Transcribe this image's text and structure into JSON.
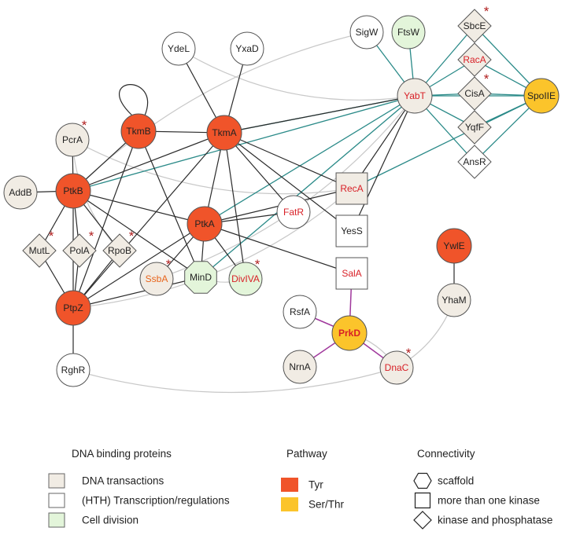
{
  "colors": {
    "tyr": "#f0542a",
    "ser_thr": "#fbc42b",
    "dna_transactions": "#f1ece4",
    "transcription": "#ffffff",
    "cell_division": "#e3f5da",
    "kinase_edge": "#2b2b2b",
    "yabt_edge": "#2a8a88",
    "prkd_edge": "#a0389c",
    "weak_edge": "#c8c8c8",
    "label_red": "#d81f26",
    "label_orange": "#e8641b",
    "star": "#b01e1e"
  },
  "nodes": [
    {
      "id": "PtkB",
      "label": "PtkB",
      "shape": "circle",
      "fill": "tyr",
      "text": "dark"
    },
    {
      "id": "PtpZ",
      "label": "PtpZ",
      "shape": "circle",
      "fill": "tyr",
      "text": "dark"
    },
    {
      "id": "TkmB",
      "label": "TkmB",
      "shape": "circle",
      "fill": "tyr",
      "text": "dark"
    },
    {
      "id": "TkmA",
      "label": "TkmA",
      "shape": "circle",
      "fill": "tyr",
      "text": "dark"
    },
    {
      "id": "PtkA",
      "label": "PtkA",
      "shape": "circle",
      "fill": "tyr",
      "text": "dark"
    },
    {
      "id": "YwlE",
      "label": "YwlE",
      "shape": "circle",
      "fill": "tyr",
      "text": "dark"
    },
    {
      "id": "YabT",
      "label": "YabT",
      "shape": "circle",
      "fill": "dna_transactions",
      "text": "red"
    },
    {
      "id": "SpoIIE",
      "label": "SpoIIE",
      "shape": "circle",
      "fill": "ser_thr",
      "text": "dark"
    },
    {
      "id": "PrkD",
      "label": "PrkD",
      "shape": "circle",
      "fill": "ser_thr",
      "text": "red_bold"
    },
    {
      "id": "YdeL",
      "label": "YdeL",
      "shape": "circle",
      "fill": "transcription",
      "text": "dark"
    },
    {
      "id": "YxaD",
      "label": "YxaD",
      "shape": "circle",
      "fill": "transcription",
      "text": "dark"
    },
    {
      "id": "SigW",
      "label": "SigW",
      "shape": "circle",
      "fill": "transcription",
      "text": "dark"
    },
    {
      "id": "FtsW",
      "label": "FtsW",
      "shape": "circle",
      "fill": "cell_division",
      "text": "dark"
    },
    {
      "id": "SbcE",
      "label": "SbcE",
      "shape": "diamond",
      "fill": "dna_transactions",
      "text": "dark",
      "star": true
    },
    {
      "id": "RacA",
      "label": "RacA",
      "shape": "diamond",
      "fill": "dna_transactions",
      "text": "red"
    },
    {
      "id": "CisA",
      "label": "CisA",
      "shape": "diamond",
      "fill": "dna_transactions",
      "text": "dark",
      "star": true
    },
    {
      "id": "YqfF",
      "label": "YqfF",
      "shape": "diamond",
      "fill": "dna_transactions",
      "text": "dark"
    },
    {
      "id": "AnsR",
      "label": "AnsR",
      "shape": "diamond",
      "fill": "transcription",
      "text": "dark"
    },
    {
      "id": "PcrA",
      "label": "PcrA",
      "shape": "circle",
      "fill": "dna_transactions",
      "text": "dark",
      "star": true
    },
    {
      "id": "AddB",
      "label": "AddB",
      "shape": "circle",
      "fill": "dna_transactions",
      "text": "dark"
    },
    {
      "id": "MutL",
      "label": "MutL",
      "shape": "diamond",
      "fill": "dna_transactions",
      "text": "dark",
      "star": true
    },
    {
      "id": "PolA",
      "label": "PolA",
      "shape": "diamond",
      "fill": "dna_transactions",
      "text": "dark",
      "star": true
    },
    {
      "id": "RpoB",
      "label": "RpoB",
      "shape": "diamond",
      "fill": "dna_transactions",
      "text": "dark",
      "star": true
    },
    {
      "id": "RecA",
      "label": "RecA",
      "shape": "square",
      "fill": "dna_transactions",
      "text": "red"
    },
    {
      "id": "FatR",
      "label": "FatR",
      "shape": "circle",
      "fill": "transcription",
      "text": "red"
    },
    {
      "id": "YesS",
      "label": "YesS",
      "shape": "square",
      "fill": "transcription",
      "text": "dark"
    },
    {
      "id": "SalA",
      "label": "SalA",
      "shape": "square",
      "fill": "transcription",
      "text": "red"
    },
    {
      "id": "SsbA",
      "label": "SsbA",
      "shape": "circle",
      "fill": "dna_transactions",
      "text": "orange",
      "star": true
    },
    {
      "id": "MinD",
      "label": "MinD",
      "shape": "octagon",
      "fill": "cell_division",
      "text": "dark"
    },
    {
      "id": "DivIVA",
      "label": "DivIVA",
      "shape": "circle",
      "fill": "cell_division",
      "text": "red",
      "star": true
    },
    {
      "id": "RghR",
      "label": "RghR",
      "shape": "circle",
      "fill": "transcription",
      "text": "dark"
    },
    {
      "id": "RsfA",
      "label": "RsfA",
      "shape": "circle",
      "fill": "transcription",
      "text": "dark"
    },
    {
      "id": "NrnA",
      "label": "NrnA",
      "shape": "circle",
      "fill": "dna_transactions",
      "text": "dark"
    },
    {
      "id": "DnaC",
      "label": "DnaC",
      "shape": "circle",
      "fill": "dna_transactions",
      "text": "red",
      "star": true
    },
    {
      "id": "YhaM",
      "label": "YhaM",
      "shape": "circle",
      "fill": "dna_transactions",
      "text": "dark"
    }
  ],
  "edges": {
    "kinase": [
      [
        "PtkB",
        "PcrA"
      ],
      [
        "PtkB",
        "AddB"
      ],
      [
        "PtkB",
        "TkmB"
      ],
      [
        "PtkB",
        "TkmA"
      ],
      [
        "PtkB",
        "PtkA"
      ],
      [
        "PtkB",
        "MutL"
      ],
      [
        "PtkB",
        "PolA"
      ],
      [
        "PtkB",
        "RpoB"
      ],
      [
        "PtkB",
        "MinD"
      ],
      [
        "PtkB",
        "PtpZ"
      ],
      [
        "PtpZ",
        "MutL"
      ],
      [
        "PtpZ",
        "PolA"
      ],
      [
        "PtpZ",
        "RpoB"
      ],
      [
        "PtpZ",
        "TkmB"
      ],
      [
        "PtpZ",
        "TkmA"
      ],
      [
        "PtpZ",
        "PtkA"
      ],
      [
        "PtpZ",
        "MinD"
      ],
      [
        "PtpZ",
        "RghR"
      ],
      [
        "TkmB",
        "TkmA"
      ],
      [
        "TkmB",
        "MinD"
      ],
      [
        "TkmA",
        "YdeL"
      ],
      [
        "TkmA",
        "YxaD"
      ],
      [
        "TkmA",
        "PtkA"
      ],
      [
        "TkmA",
        "FatR"
      ],
      [
        "TkmA",
        "RecA"
      ],
      [
        "TkmA",
        "YesS"
      ],
      [
        "TkmA",
        "DivIVA"
      ],
      [
        "TkmA",
        "YabT"
      ],
      [
        "PtkA",
        "FatR"
      ],
      [
        "PtkA",
        "RecA"
      ],
      [
        "PtkA",
        "SalA"
      ],
      [
        "PtkA",
        "SsbA"
      ],
      [
        "PtkA",
        "MinD"
      ],
      [
        "PtkA",
        "DivIVA"
      ],
      [
        "YabT",
        "RecA"
      ],
      [
        "YabT",
        "YesS"
      ],
      [
        "YwlE",
        "YhaM"
      ]
    ],
    "yabt": [
      [
        "YabT",
        "SigW"
      ],
      [
        "YabT",
        "FtsW"
      ],
      [
        "YabT",
        "SbcE"
      ],
      [
        "YabT",
        "RacA"
      ],
      [
        "YabT",
        "CisA"
      ],
      [
        "YabT",
        "YqfF"
      ],
      [
        "YabT",
        "AnsR"
      ],
      [
        "YabT",
        "SpoIIE"
      ],
      [
        "YabT",
        "TkmA"
      ],
      [
        "YabT",
        "PtkB"
      ],
      [
        "YabT",
        "PtkA"
      ],
      [
        "YabT",
        "MinD"
      ],
      [
        "SpoIIE",
        "SbcE"
      ],
      [
        "SpoIIE",
        "RacA"
      ],
      [
        "SpoIIE",
        "CisA"
      ],
      [
        "SpoIIE",
        "YqfF"
      ],
      [
        "SpoIIE",
        "AnsR"
      ],
      [
        "SpoIIE",
        "RecA"
      ]
    ],
    "prkd": [
      [
        "PrkD",
        "SalA"
      ],
      [
        "PrkD",
        "RsfA"
      ],
      [
        "PrkD",
        "NrnA"
      ],
      [
        "PrkD",
        "DnaC"
      ]
    ],
    "weak": [
      [
        "YdeL",
        "YabT"
      ],
      [
        "SigW",
        "PtkB"
      ],
      [
        "PcrA",
        "RpoB"
      ],
      [
        "PcrA",
        "RecA"
      ],
      [
        "SsbA",
        "YabT"
      ],
      [
        "PtpZ",
        "RecA"
      ],
      [
        "MinD",
        "DivIVA"
      ],
      [
        "RghR",
        "DnaC"
      ],
      [
        "DnaC",
        "YhaM"
      ],
      [
        "DnaC",
        "PrkD"
      ]
    ]
  },
  "legend": {
    "binding_title": "DNA binding proteins",
    "binding_items": [
      {
        "label": "DNA transactions",
        "fill": "dna_transactions"
      },
      {
        "label": "(HTH) Transcription/regulations",
        "fill": "transcription"
      },
      {
        "label": "Cell division",
        "fill": "cell_division"
      }
    ],
    "pathway_title": "Pathway",
    "pathway_items": [
      {
        "label": "Tyr",
        "fill": "tyr"
      },
      {
        "label": "Ser/Thr",
        "fill": "ser_thr"
      }
    ],
    "connectivity_title": "Connectivity",
    "connectivity_items": [
      {
        "label": "scaffold",
        "shape": "hexagon"
      },
      {
        "label": "more than one kinase",
        "shape": "square"
      },
      {
        "label": "kinase and phosphatase",
        "shape": "diamond"
      }
    ]
  }
}
